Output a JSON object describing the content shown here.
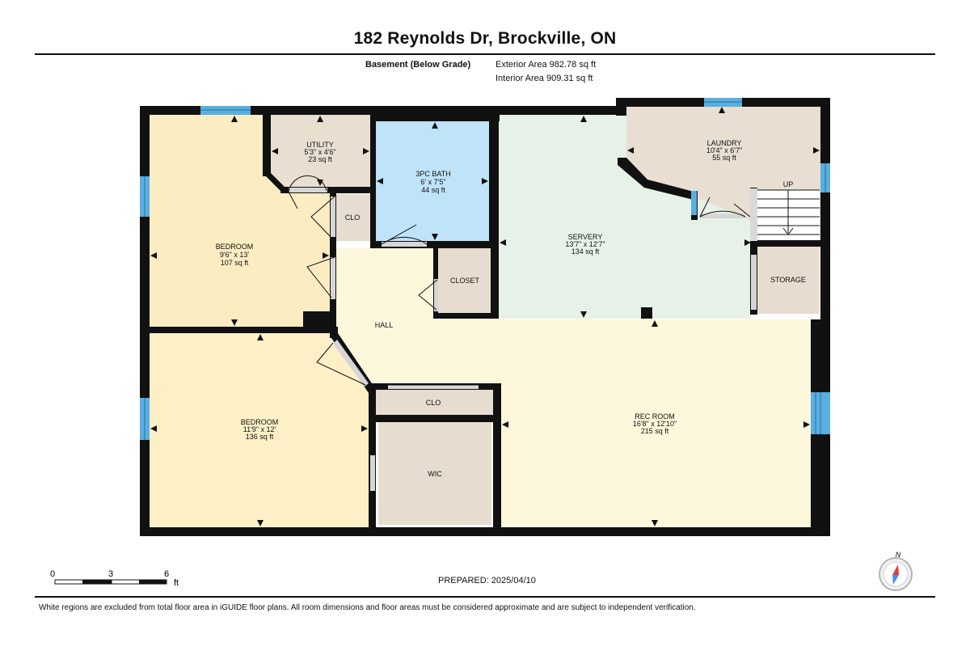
{
  "header": {
    "title": "182 Reynolds Dr, Brockville, ON",
    "level": "Basement (Below Grade)",
    "exterior_area": "Exterior Area 982.78 sq ft",
    "interior_area": "Interior Area 909.31 sq ft"
  },
  "rooms": {
    "bedroom1": {
      "name": "BEDROOM",
      "dims": "9'6\" x 13'",
      "area": "107 sq ft"
    },
    "utility": {
      "name": "UTILITY",
      "dims": "5'3\" x 4'6\"",
      "area": "23 sq ft"
    },
    "bath": {
      "name": "3PC BATH",
      "dims": "6' x 7'5\"",
      "area": "44 sq ft"
    },
    "servery": {
      "name": "SERVERY",
      "dims": "13'7\" x 12'7\"",
      "area": "134 sq ft"
    },
    "laundry": {
      "name": "LAUNDRY",
      "dims": "10'4\" x 6'7\"",
      "area": "55 sq ft"
    },
    "clo1": {
      "name": "CLO"
    },
    "closet": {
      "name": "CLOSET"
    },
    "storage": {
      "name": "STORAGE"
    },
    "hall": {
      "name": "HALL"
    },
    "stairs": {
      "name": "UP"
    },
    "bedroom2": {
      "name": "BEDROOM",
      "dims": "11'9\" x 12'",
      "area": "136 sq ft"
    },
    "clo2": {
      "name": "CLO"
    },
    "wic": {
      "name": "WIC"
    },
    "rec": {
      "name": "REC ROOM",
      "dims": "16'8\" x 12'10\"",
      "area": "215 sq ft"
    }
  },
  "scale": {
    "ticks": [
      "0",
      "3",
      "6"
    ],
    "unit": "ft"
  },
  "prepared": "PREPARED: 2025/04/10",
  "compass": {
    "north": "N"
  },
  "footer": "White regions are excluded from total floor area in iGUIDE floor plans. All room dimensions and floor areas must be considered approximate and are subject to independent verification.",
  "colors": {
    "wall": "#111111",
    "window": "#5aaee0",
    "bedroom1": "#fbecc2",
    "bedroom2": "#fdf0c6",
    "utility": "#e8dfd0",
    "bath": "#bfe3f8",
    "servery": "#e6f2e8",
    "laundry": "#e8dfd2",
    "closets": "#e6ddd0",
    "hall": "#fdf7dc"
  }
}
